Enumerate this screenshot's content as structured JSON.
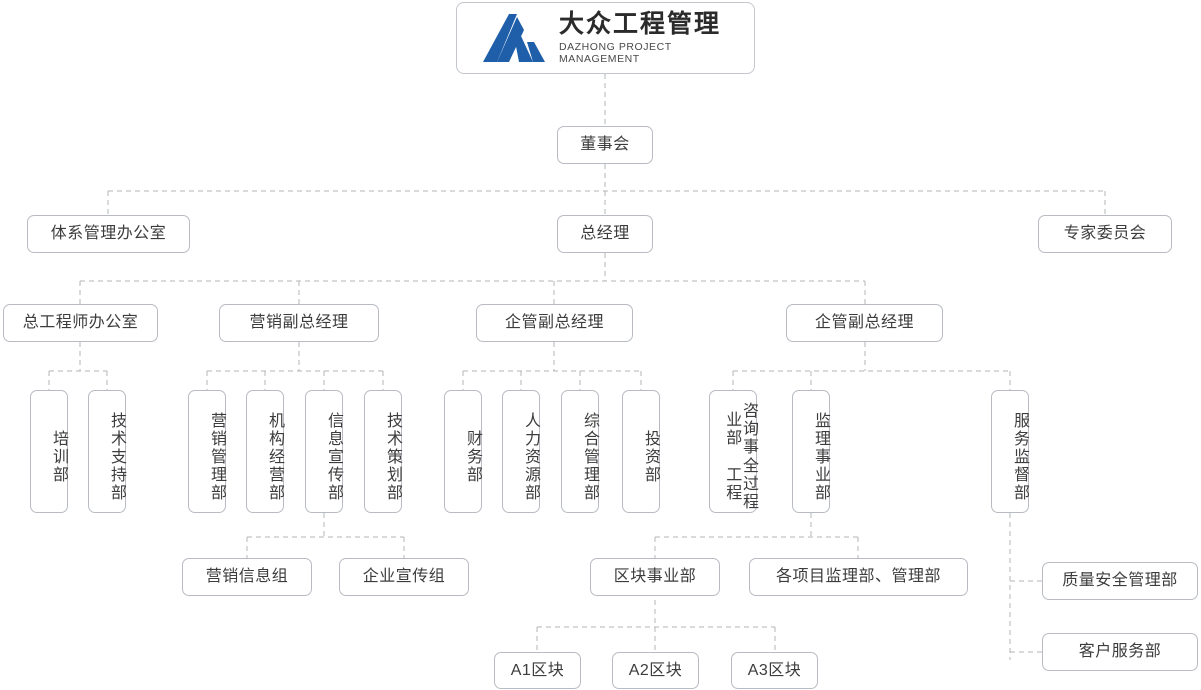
{
  "title": "大众工程管理 组织架构图",
  "theme": {
    "box_border": "#b8bcc2",
    "wire": "#b0b4ba",
    "text": "#3c3c3c",
    "logo_blue": "#1f5fa9",
    "background": "#ffffff"
  },
  "logo": {
    "icon": "mountain-logo-icon",
    "title": "大众工程管理",
    "subtitle": "DAZHONG PROJECT MANAGEMENT"
  },
  "nodes": {
    "board": "董事会",
    "system_office": "体系管理办公室",
    "general_manager": "总经理",
    "expert_committee": "专家委员会",
    "chief_engineer_office": "总工程师办公室",
    "marketing_vp": "营销副总经理",
    "enterprise_vp_1": "企管副总经理",
    "enterprise_vp_2": "企管副总经理",
    "training_dept": "培训部",
    "tech_support_dept": "技术支持部",
    "marketing_mgmt_dept": "营销管理部",
    "institution_ops_dept": "机构经营部",
    "info_publicity_dept": "信息宣传部",
    "tech_planning_dept": "技术策划部",
    "finance_dept": "财务部",
    "hr_dept": "人力资源部",
    "general_mgmt_dept": "综合管理部",
    "investment_dept": "投资部",
    "full_process_consulting_col1": "全过程工程",
    "full_process_consulting_col2": "咨询事业部",
    "supervision_division": "监理事业部",
    "service_supervision_dept": "服务监督部",
    "marketing_info_group": "营销信息组",
    "enterprise_publicity_group": "企业宣传组",
    "block_division": "区块事业部",
    "project_supervision_mgmt": "各项目监理部、管理部",
    "quality_safety_dept": "质量安全管理部",
    "customer_service_dept": "客户服务部",
    "block_a1": "A1区块",
    "block_a2": "A2区块",
    "block_a3": "A3区块"
  },
  "chart_data": {
    "type": "org-chart",
    "title": "大众工程管理 组织架构图",
    "root": "大众工程管理",
    "hierarchy": [
      {
        "level": 0,
        "label": "大众工程管理",
        "parent": null
      },
      {
        "level": 1,
        "label": "董事会",
        "parent": "大众工程管理"
      },
      {
        "level": 2,
        "label": "体系管理办公室",
        "parent": "董事会"
      },
      {
        "level": 2,
        "label": "总经理",
        "parent": "董事会"
      },
      {
        "level": 2,
        "label": "专家委员会",
        "parent": "董事会"
      },
      {
        "level": 3,
        "label": "总工程师办公室",
        "parent": "总经理"
      },
      {
        "level": 3,
        "label": "营销副总经理",
        "parent": "总经理"
      },
      {
        "level": 3,
        "label": "企管副总经理",
        "parent": "总经理"
      },
      {
        "level": 3,
        "label": "企管副总经理",
        "parent": "总经理"
      },
      {
        "level": 4,
        "label": "培训部",
        "parent": "总工程师办公室"
      },
      {
        "level": 4,
        "label": "技术支持部",
        "parent": "总工程师办公室"
      },
      {
        "level": 4,
        "label": "营销管理部",
        "parent": "营销副总经理"
      },
      {
        "level": 4,
        "label": "机构经营部",
        "parent": "营销副总经理"
      },
      {
        "level": 4,
        "label": "信息宣传部",
        "parent": "营销副总经理"
      },
      {
        "level": 4,
        "label": "技术策划部",
        "parent": "营销副总经理"
      },
      {
        "level": 4,
        "label": "财务部",
        "parent": "企管副总经理"
      },
      {
        "level": 4,
        "label": "人力资源部",
        "parent": "企管副总经理"
      },
      {
        "level": 4,
        "label": "综合管理部",
        "parent": "企管副总经理"
      },
      {
        "level": 4,
        "label": "投资部",
        "parent": "企管副总经理"
      },
      {
        "level": 4,
        "label": "全过程工程咨询事业部",
        "parent": "企管副总经理"
      },
      {
        "level": 4,
        "label": "监理事业部",
        "parent": "企管副总经理"
      },
      {
        "level": 4,
        "label": "服务监督部",
        "parent": "企管副总经理"
      },
      {
        "level": 5,
        "label": "营销信息组",
        "parent": "信息宣传部"
      },
      {
        "level": 5,
        "label": "企业宣传组",
        "parent": "信息宣传部"
      },
      {
        "level": 5,
        "label": "区块事业部",
        "parent": "监理事业部"
      },
      {
        "level": 5,
        "label": "各项目监理部、管理部",
        "parent": "监理事业部"
      },
      {
        "level": 5,
        "label": "质量安全管理部",
        "parent": "服务监督部"
      },
      {
        "level": 5,
        "label": "客户服务部",
        "parent": "服务监督部"
      },
      {
        "level": 6,
        "label": "A1区块",
        "parent": "区块事业部"
      },
      {
        "level": 6,
        "label": "A2区块",
        "parent": "区块事业部"
      },
      {
        "level": 6,
        "label": "A3区块",
        "parent": "区块事业部"
      }
    ]
  }
}
